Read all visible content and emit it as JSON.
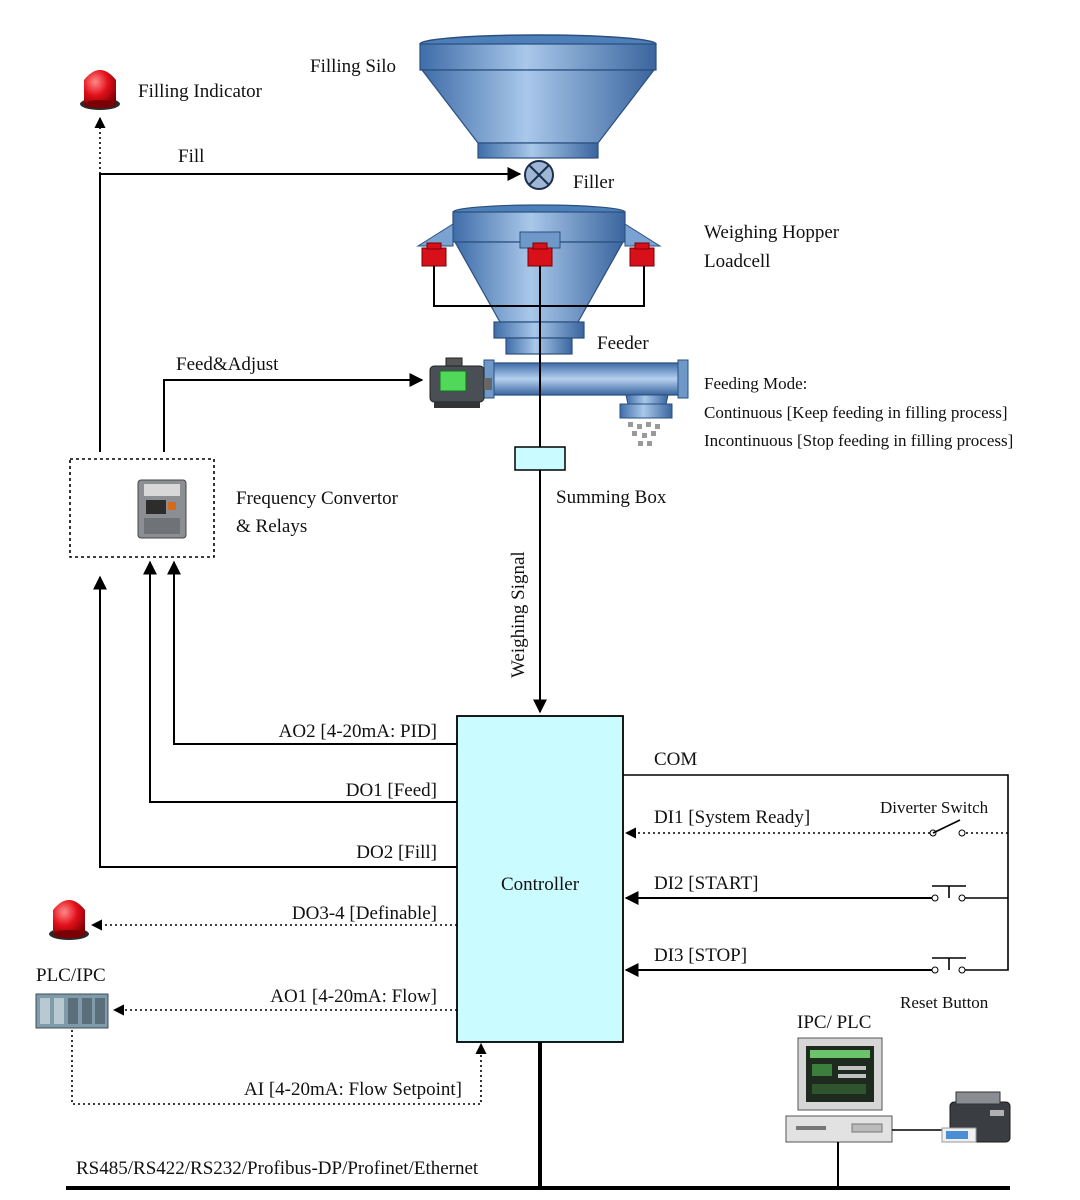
{
  "components": {
    "filling_silo": "Filling Silo",
    "filling_indicator": "Filling Indicator",
    "filler": "Filler",
    "weighing_hopper": "Weighing Hopper",
    "loadcell": "Loadcell",
    "feeder": "Feeder",
    "summing_box": "Summing Box",
    "frequency_convertor_line1": "Frequency Convertor",
    "frequency_convertor_line2": "& Relays",
    "controller": "Controller",
    "diverter_switch": "Diverter Switch",
    "reset_button": "Reset Button",
    "plc_ipc": "PLC/IPC",
    "ipc_plc": "IPC/ PLC"
  },
  "feeding_mode": {
    "title": "Feeding Mode:",
    "continuous": "Continuous [Keep feeding in filling process]",
    "incontinuous": "Incontinuous [Stop feeding in filling process]"
  },
  "signals": {
    "fill": "Fill",
    "feed_adjust": "Feed&Adjust",
    "weighing_signal": "Weighing Signal",
    "ao2": "AO2  [4-20mA:  PID]",
    "do1": "DO1  [Feed]",
    "do2": "DO2  [Fill]",
    "do34": "DO3-4  [Definable]",
    "ao1": "AO1  [4-20mA:  Flow]",
    "ai": "AI  [4-20mA:  Flow  Setpoint]",
    "com": "COM",
    "di1": "DI1 [System Ready]",
    "di2": "DI2 [START]",
    "di3": "DI3 [STOP]",
    "bus": "RS485/RS422/RS232/Profibus-DP/Profinet/Ethernet"
  },
  "colors": {
    "steel_blue": "#5f8fc4",
    "controller_fill": "#c9fbff",
    "loadcell_red": "#e0101a",
    "summing_box": "#c9fbff"
  }
}
